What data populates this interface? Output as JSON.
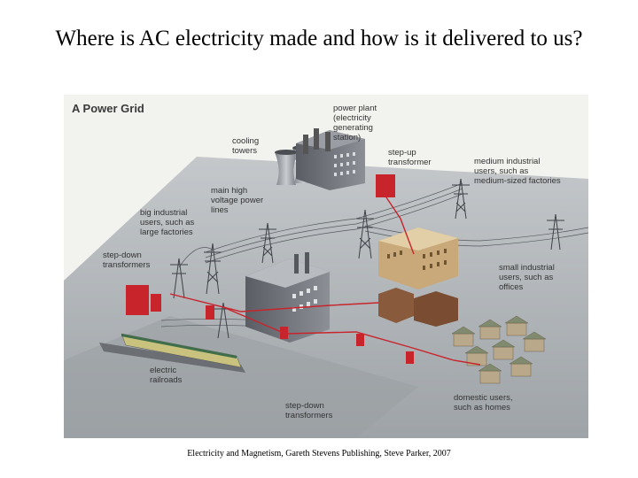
{
  "slide": {
    "title": "Where is AC electricity made and how is it delivered to us?",
    "caption": "Electricity and Magnetism, Gareth Stevens Publishing, Steve Parker, 2007"
  },
  "figure": {
    "title": "A Power Grid",
    "labels": {
      "power_plant": "power plant\n(electricity\ngenerating\nstation)",
      "cooling_towers": "cooling\ntowers",
      "step_up": "step-up\ntransformer",
      "medium_industrial": "medium industrial\nusers, such as\nmedium-sized factories",
      "main_lines": "main high\nvoltage power\nlines",
      "big_industrial": "big industrial\nusers, such as\nlarge factories",
      "step_down_left": "step-down\ntransformers",
      "small_industrial": "small industrial\nusers, such as\noffices",
      "electric_railroads": "electric\nrailroads",
      "domestic_users": "domestic users,\nsuch as homes",
      "step_down_bottom": "step-down\ntransformers"
    }
  },
  "colors": {
    "transformer_red": "#c8242c",
    "ground": "#a9aeb2",
    "background": "#f2f2ee"
  }
}
